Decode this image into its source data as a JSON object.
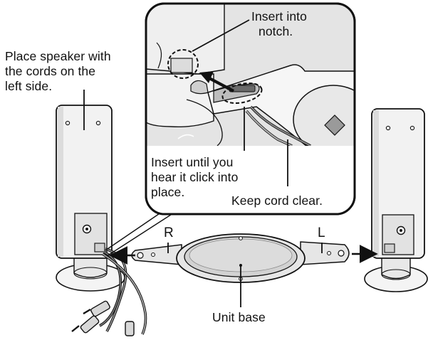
{
  "labels": {
    "place_speaker_line1": "Place speaker with",
    "place_speaker_line2": "the cords on the",
    "place_speaker_line3": "left side.",
    "insert_notch_line1": "Insert into",
    "insert_notch_line2": "notch.",
    "insert_click_line1": "Insert until you",
    "insert_click_line2": "hear it click into",
    "insert_click_line3": "place.",
    "keep_cord_clear": "Keep cord clear.",
    "right_marker": "R",
    "left_marker": "L",
    "unit_base": "Unit base"
  },
  "colors": {
    "line": "#111111",
    "speaker_fill": "#f2f2f2",
    "speaker_shade": "#d9d9d9",
    "base_fill": "#e6e6e6",
    "base_plate": "#cfcfcf",
    "cord_gray": "#8a8a8a",
    "callout_bg": "#e4e4e4"
  }
}
